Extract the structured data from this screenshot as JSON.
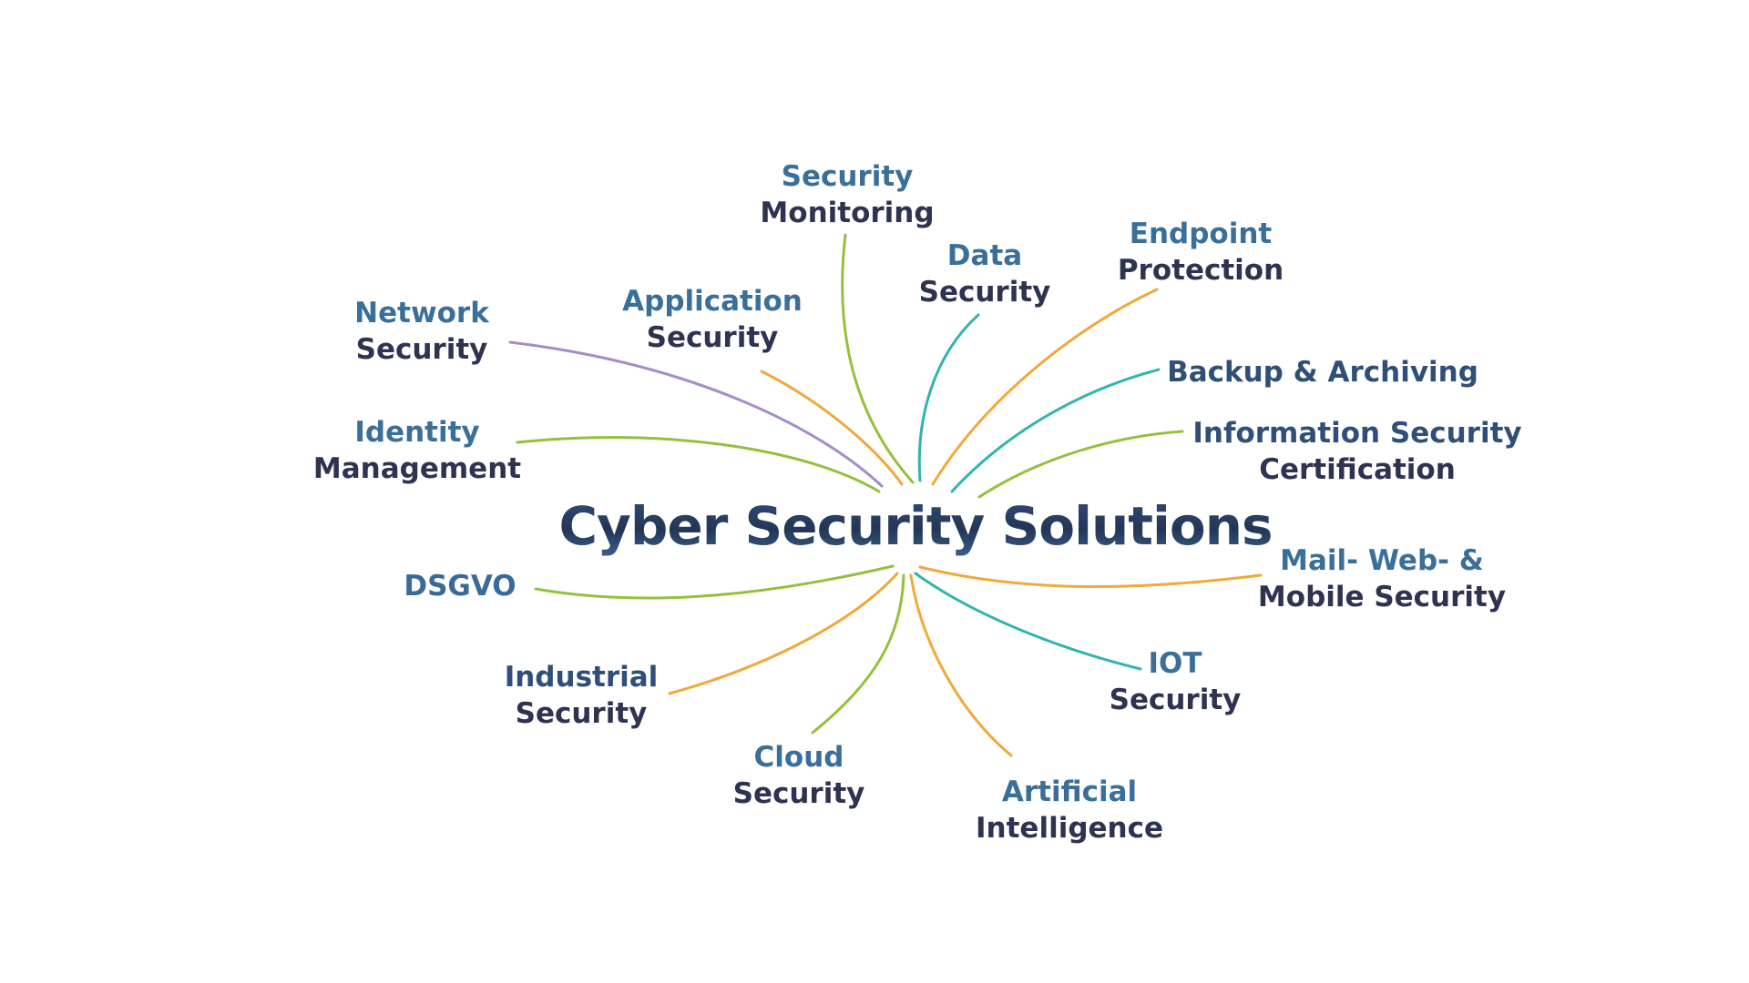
{
  "diagram": {
    "title": "Cyber Security Solutions",
    "colors": {
      "purple": "#a58cc8",
      "green": "#94c13d",
      "orange": "#f0a93a",
      "teal": "#33b4ad",
      "title": "#243656",
      "label_light": "#3a6f9a",
      "label_dark": "#2d3350"
    },
    "nodes": [
      {
        "id": "security-monitoring",
        "line1": "Security",
        "line2": "Monitoring",
        "connector_color": "green"
      },
      {
        "id": "data-security",
        "line1": "Data",
        "line2": "Security",
        "connector_color": "teal"
      },
      {
        "id": "endpoint-protection",
        "line1": "Endpoint",
        "line2": "Protection",
        "connector_color": "orange"
      },
      {
        "id": "application-security",
        "line1": "Application",
        "line2": "Security",
        "connector_color": "orange"
      },
      {
        "id": "network-security",
        "line1": "Network",
        "line2": "Security",
        "connector_color": "purple"
      },
      {
        "id": "backup-archiving",
        "line1": "Backup & Archiving",
        "line2": "",
        "connector_color": "teal"
      },
      {
        "id": "identity-management",
        "line1": "Identity",
        "line2": "Management",
        "connector_color": "green"
      },
      {
        "id": "information-security-certification",
        "line1": "Information Security",
        "line2": "Certification",
        "connector_color": "green"
      },
      {
        "id": "dsgvo",
        "line1": "DSGVO",
        "line2": "",
        "connector_color": "green"
      },
      {
        "id": "mail-web-mobile-security",
        "line1": "Mail-  Web- &",
        "line2": "Mobile Security",
        "connector_color": "orange"
      },
      {
        "id": "industrial-security",
        "line1": "Industrial",
        "line2": "Security",
        "connector_color": "orange"
      },
      {
        "id": "iot-security",
        "line1": "IOT",
        "line2": "Security",
        "connector_color": "teal"
      },
      {
        "id": "cloud-security",
        "line1": "Cloud",
        "line2": "Security",
        "connector_color": "green"
      },
      {
        "id": "artificial-intelligence",
        "line1": "Artificial",
        "line2": "Intelligence",
        "connector_color": "orange"
      }
    ]
  }
}
